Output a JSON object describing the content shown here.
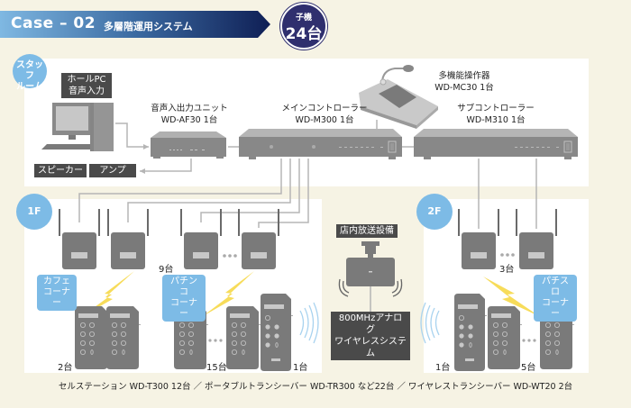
{
  "header": {
    "case_label": "Case – 02",
    "title": "多層階運用システム",
    "badge_top": "子機",
    "badge_count": "24台"
  },
  "zones": {
    "staff_room": "スタッフルーム",
    "staff_room_line1": "スタッフ",
    "staff_room_line2": "ルーム",
    "floor1": "1F",
    "floor2": "2F"
  },
  "devices": {
    "hall_pc": {
      "line1": "ホールPC",
      "line2": "音声入力"
    },
    "speaker": "スピーカー",
    "amp": "アンプ",
    "audio_unit": {
      "name": "音声入出力ユニット",
      "model": "WD-AF30 1台"
    },
    "main_controller": {
      "name": "メインコントローラー",
      "model": "WD-M300 1台"
    },
    "console": {
      "name": "多機能操作器",
      "model": "WD-MC30 1台"
    },
    "sub_controller": {
      "name": "サブコントローラー",
      "model": "WD-M310 1台"
    },
    "broadcast": "店内放送設備",
    "analog_system": {
      "line1": "800MHzアナログ",
      "line2": "ワイヤレスシステム"
    }
  },
  "areas": {
    "cafe": {
      "line1": "カフェ",
      "line2": "コーナー"
    },
    "pachinko": {
      "line1": "パチンコ",
      "line2": "コーナー"
    },
    "pachislot": {
      "line1": "パチスロ",
      "line2": "コーナー"
    }
  },
  "counts": {
    "f1_cell_stations": "9台",
    "cafe_terminals": "2台",
    "pachinko_terminals": "15台",
    "f1_wireless": "1台",
    "f2_cell_stations": "3台",
    "f2_wireless": "1台",
    "pachislot_terminals": "5台"
  },
  "footer": "セルステーション WD-T300 12台 ／ ポータブルトランシーバー WD-TR300 など22台 ／ ワイヤレストランシーバー WD-WT20 2台",
  "colors": {
    "background": "#f6f3e4",
    "panel": "#ffffff",
    "device_gray": "#7a7a7a",
    "accent_blue": "#7dbbe6",
    "badge_navy": "#2f2f6e",
    "lightning": "#f7dc5a",
    "cable": "#b5b5b5"
  }
}
